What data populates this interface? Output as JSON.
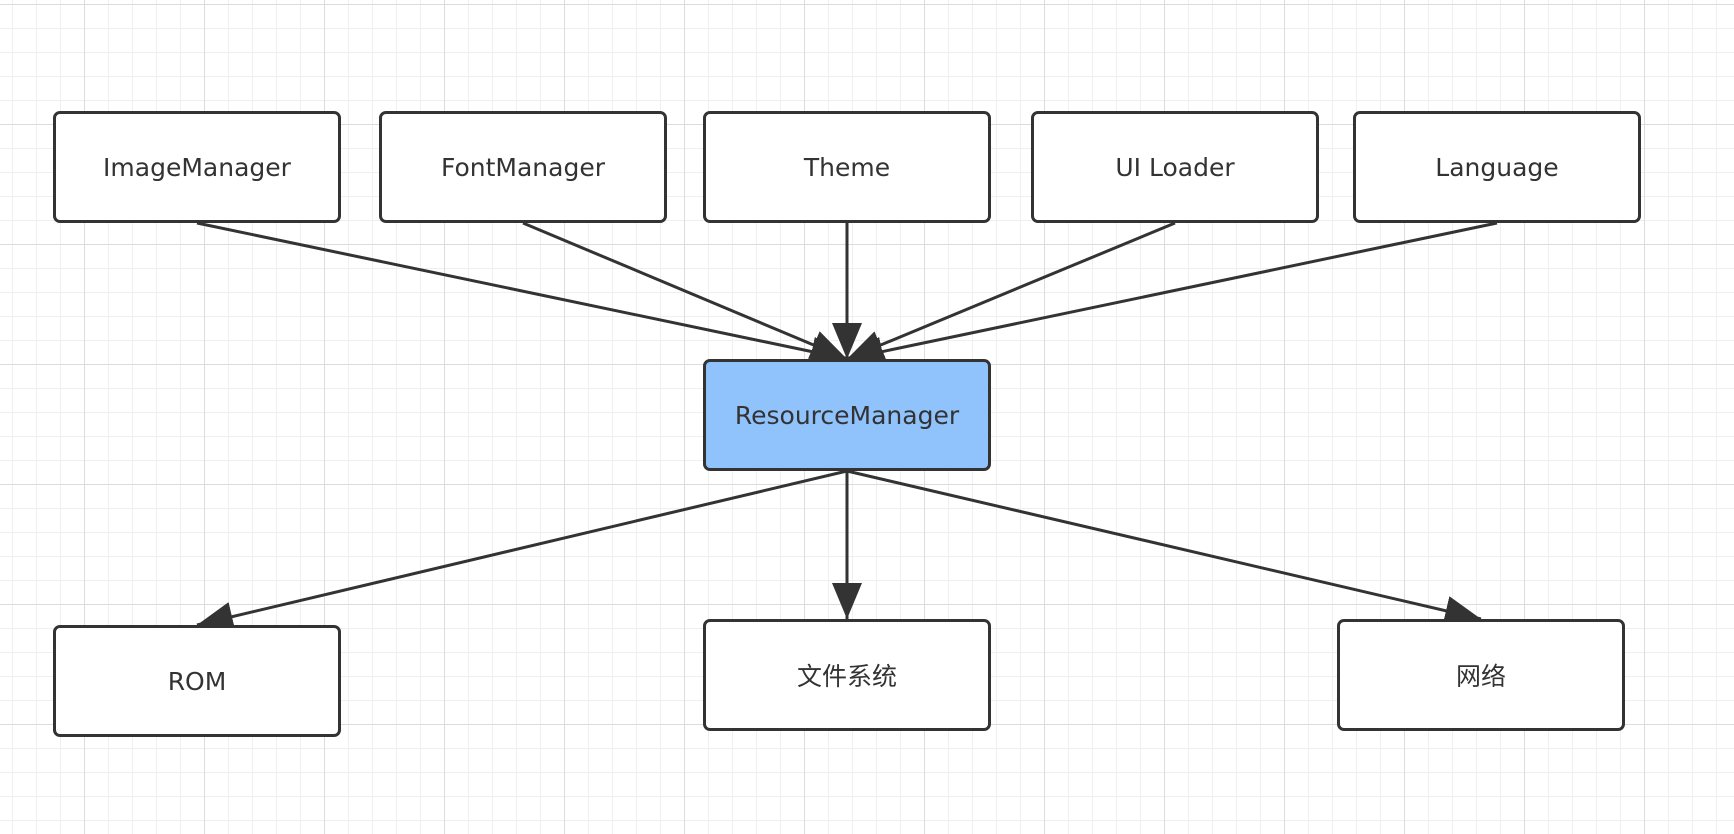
{
  "diagram": {
    "nodes": [
      {
        "id": "image",
        "label": "ImageManager"
      },
      {
        "id": "font",
        "label": "FontManager"
      },
      {
        "id": "theme",
        "label": "Theme"
      },
      {
        "id": "ui",
        "label": "UI Loader"
      },
      {
        "id": "language",
        "label": "Language"
      },
      {
        "id": "resource",
        "label": "ResourceManager",
        "color": "#90c2fc"
      },
      {
        "id": "rom",
        "label": "ROM"
      },
      {
        "id": "fs",
        "label": "文件系统"
      },
      {
        "id": "net",
        "label": "网络"
      }
    ],
    "edges": [
      {
        "from": "image",
        "to": "resource"
      },
      {
        "from": "font",
        "to": "resource"
      },
      {
        "from": "theme",
        "to": "resource"
      },
      {
        "from": "ui",
        "to": "resource"
      },
      {
        "from": "language",
        "to": "resource"
      },
      {
        "from": "resource",
        "to": "rom"
      },
      {
        "from": "resource",
        "to": "fs"
      },
      {
        "from": "resource",
        "to": "net"
      }
    ],
    "colors": {
      "stroke": "#333333",
      "highlight": "#90c2fc",
      "node_fill": "#ffffff"
    }
  }
}
